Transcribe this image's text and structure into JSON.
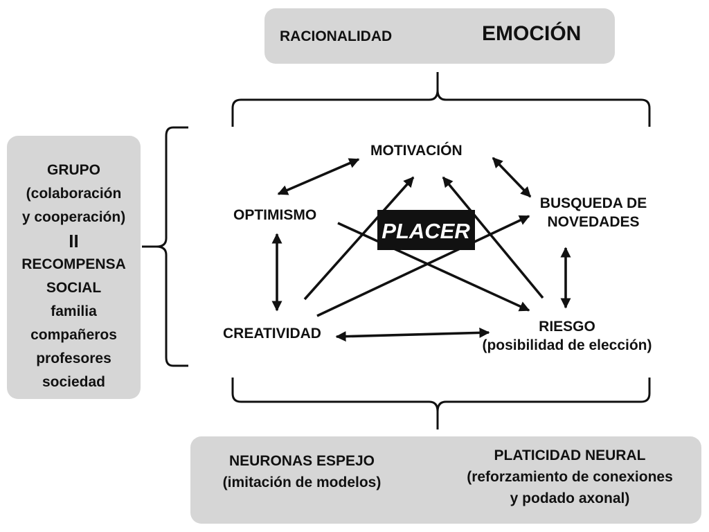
{
  "top_box": {
    "left": "RACIONALIDAD",
    "right": "EMOCIÓN"
  },
  "left_box": {
    "lines": [
      "GRUPO",
      "(colaboración",
      "y cooperación)",
      "II",
      "RECOMPENSA",
      "SOCIAL",
      "familia",
      "compañeros",
      "profesores",
      "sociedad"
    ]
  },
  "center": "PLACER",
  "nodes": {
    "motivacion": "MOTIVACIÓN",
    "optimismo": "OPTIMISMO",
    "busqueda": [
      "BUSQUEDA DE",
      "NOVEDADES"
    ],
    "creatividad": "CREATIVIDAD",
    "riesgo": [
      "RIESGO",
      "(posibilidad de elección)"
    ]
  },
  "bottom_box": {
    "left": [
      "NEURONAS ESPEJO",
      "(imitación de modelos)"
    ],
    "right": [
      "PLATICIDAD NEURAL",
      "(reforzamiento de conexiones",
      "y podado axonal)"
    ]
  },
  "colors": {
    "box_fill": "#d6d6d6",
    "ink": "#111111",
    "center_fill": "#111111",
    "center_text": "#ffffff"
  }
}
